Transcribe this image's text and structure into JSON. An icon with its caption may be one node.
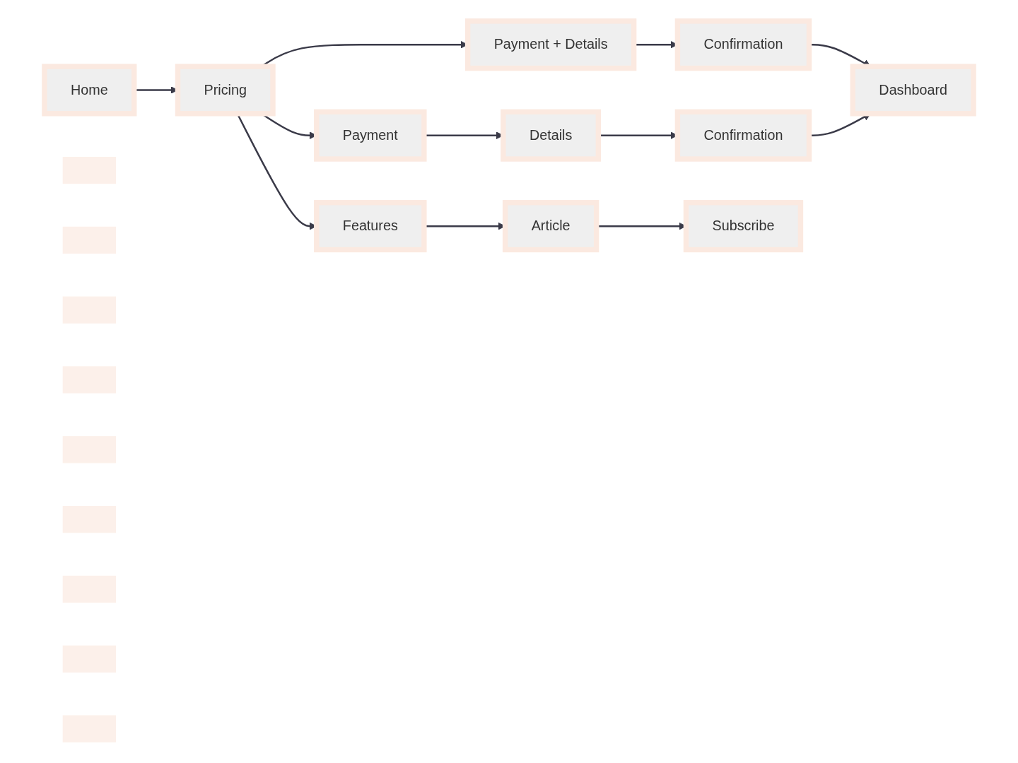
{
  "diagram": {
    "nodes": [
      {
        "text": [
          "Home"
        ]
      },
      {
        "text": [
          "Payment + Details"
        ]
      },
      {
        "text": [],
        "shape": "box"
      },
      {
        "text": [
          "Confirmation"
        ]
      },
      {
        "text": [],
        "shape": "box"
      },
      {
        "text": [
          "Pricing"
        ]
      },
      {
        "text": [],
        "shape": "box"
      },
      {
        "text": [],
        "shape": "box"
      },
      {
        "text": [],
        "shape": "box"
      },
      {
        "text": [
          "Dashboard"
        ]
      },
      {
        "text": [],
        "shape": "box"
      },
      {
        "text": [
          "Payment"
        ]
      },
      {
        "text": [
          "Details"
        ]
      },
      {
        "text": [
          "Confirmation"
        ]
      },
      {
        "text": [],
        "shape": "box"
      },
      {
        "text": [
          "Features"
        ]
      },
      {
        "text": [
          "Article"
        ]
      },
      {
        "text": [],
        "shape": "box"
      },
      {
        "text": [],
        "shape": "box"
      },
      {
        "text": [
          "Subscribe"
        ]
      }
    ],
    "edges": [
      {
        "from": 0,
        "to": 5,
        "arrow": "to"
      },
      {
        "from": 5,
        "to": 1,
        "arrow": "to"
      },
      {
        "from": 5,
        "to": 11,
        "arrow": "to"
      },
      {
        "from": 5,
        "to": 15,
        "arrow": "to"
      },
      {
        "from": 1,
        "to": 3,
        "arrow": "to"
      },
      {
        "from": 11,
        "to": 12,
        "arrow": "to"
      },
      {
        "from": 12,
        "to": 13,
        "arrow": "to"
      },
      {
        "from": 3,
        "to": 9,
        "arrow": "to"
      },
      {
        "from": 13,
        "to": 9,
        "arrow": "to"
      },
      {
        "from": 15,
        "to": 16,
        "arrow": "to"
      },
      {
        "from": 16,
        "to": 19,
        "arrow": "to"
      }
    ]
  }
}
